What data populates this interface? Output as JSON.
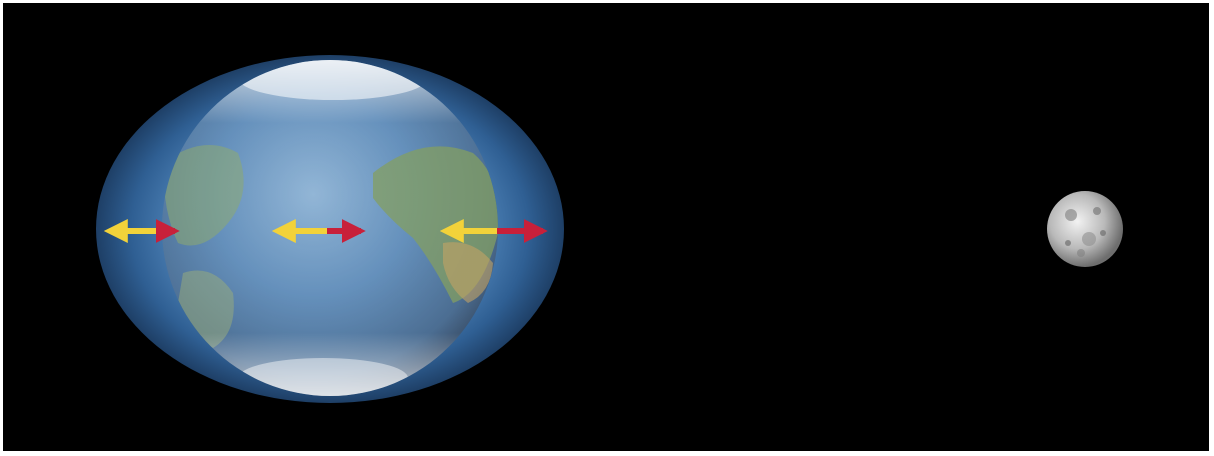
{
  "diagram": {
    "background_color": "#000000",
    "tidal_bulge_color": "#4a86c2",
    "earth_color": "#3d6fa3",
    "land_color": "#6b8d4a",
    "moon_color": "#c9c9c9",
    "arrows": [
      {
        "name": "arrow-left-side",
        "yellow_direction": "left",
        "red_direction": "right"
      },
      {
        "name": "arrow-center",
        "yellow_direction": "left",
        "red_direction": "right"
      },
      {
        "name": "arrow-right-side",
        "yellow_direction": "left",
        "red_direction": "right"
      }
    ],
    "arrow_colors": {
      "yellow": "#f2d23a",
      "red": "#c8203a"
    },
    "icons": [
      "earth-icon",
      "tidal-bulge-icon",
      "moon-icon"
    ]
  }
}
